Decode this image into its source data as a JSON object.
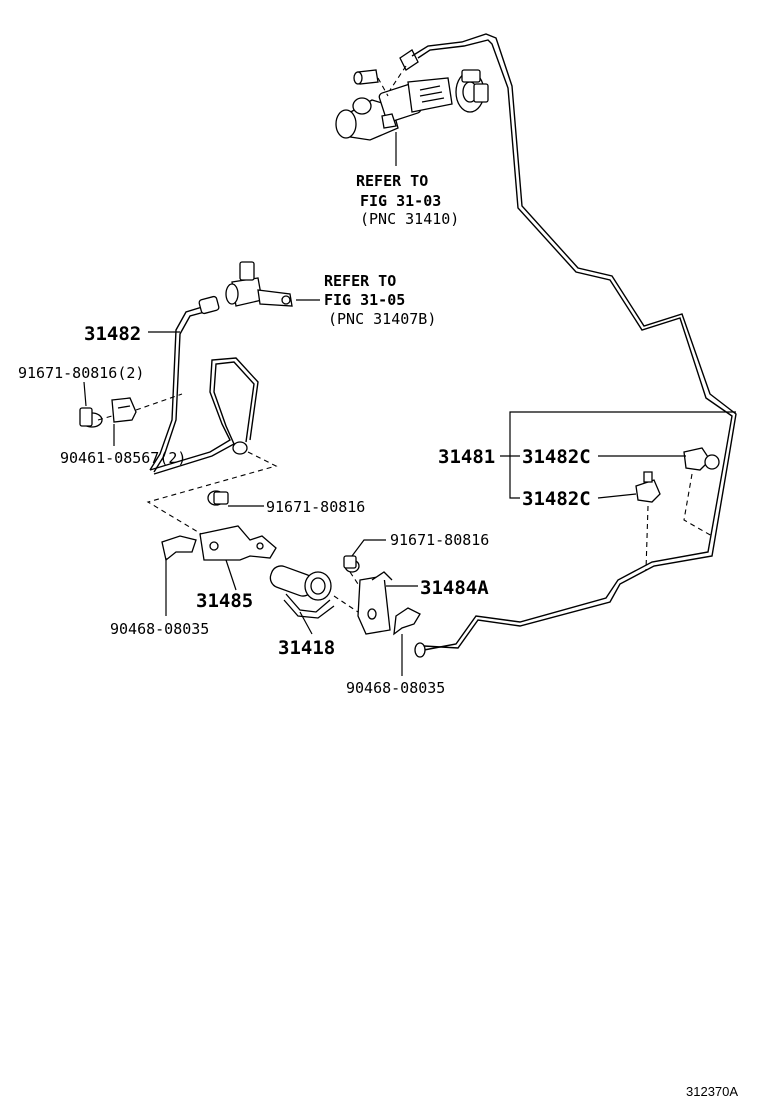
{
  "figure_id": "312370A",
  "references": [
    {
      "line1": "REFER TO",
      "line2": "FIG 31-03",
      "line3": "(PNC 31410)"
    },
    {
      "line1": "REFER TO",
      "line2": "FIG 31-05",
      "line3": "(PNC 31407B)"
    }
  ],
  "parts": {
    "p31482": "31482",
    "p91671_80816_2": "91671-80816(2)",
    "p90461_08567_2": "90461-08567(2)",
    "p31481": "31481",
    "p31482C_a": "31482C",
    "p31482C_b": "31482C",
    "p91671_80816_a": "91671-80816",
    "p91671_80816_b": "91671-80816",
    "p31484A": "31484A",
    "p31485": "31485",
    "p90468_08035_a": "90468-08035",
    "p31418": "31418",
    "p90468_08035_b": "90468-08035"
  }
}
